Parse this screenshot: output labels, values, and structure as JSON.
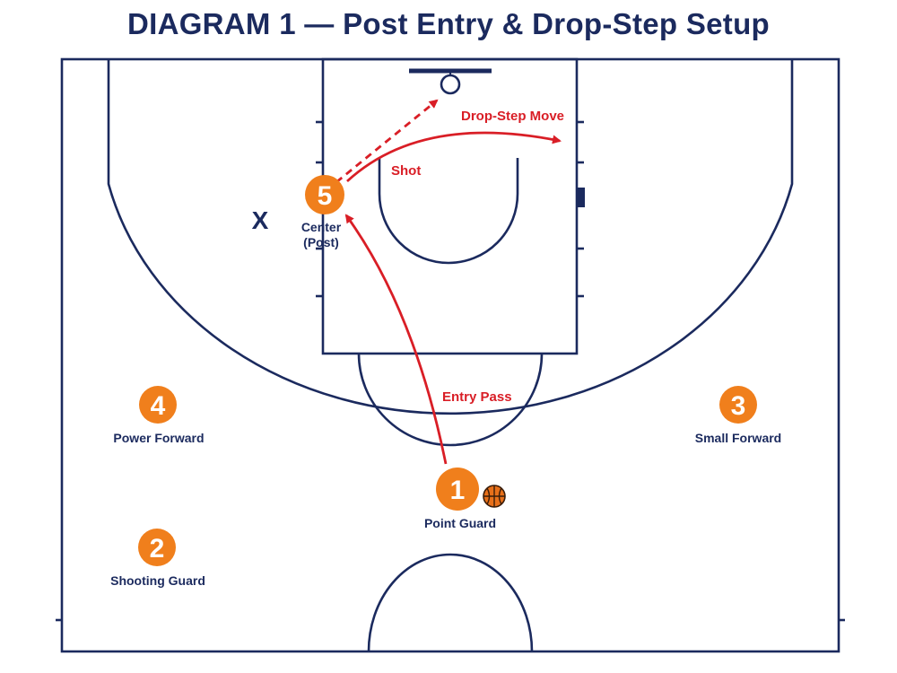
{
  "title": "DIAGRAM 1 — Post Entry & Drop-Step Setup",
  "colors": {
    "court_lines": "#1b2a5e",
    "player": "#f07f1c",
    "action": "#d91e26"
  },
  "players": {
    "p1": {
      "number": "1",
      "label": "Point Guard"
    },
    "p2": {
      "number": "2",
      "label": "Shooting Guard"
    },
    "p3": {
      "number": "3",
      "label": "Small Forward"
    },
    "p4": {
      "number": "4",
      "label": "Power Forward"
    },
    "p5": {
      "number": "5",
      "label_line1": "Center",
      "label_line2": "(Post)"
    }
  },
  "defender": {
    "mark": "X"
  },
  "actions": {
    "entry_pass": "Entry Pass",
    "shot": "Shot",
    "drop_step": "Drop-Step Move"
  },
  "icons": {
    "ball": "basketball-icon"
  }
}
